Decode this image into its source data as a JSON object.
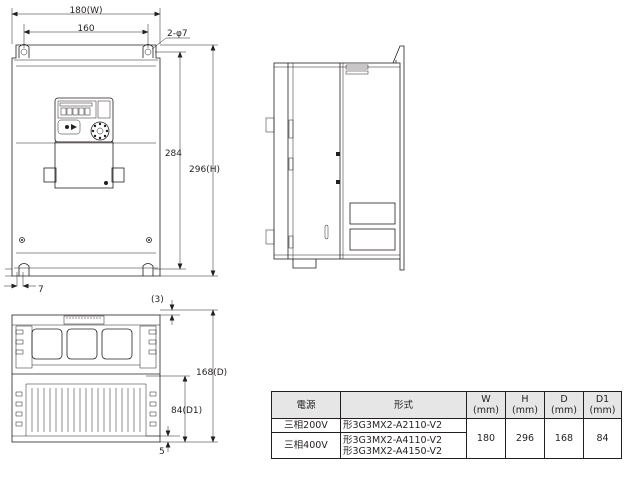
{
  "dimensions": {
    "width": "180(W)",
    "mount_pitch": "160",
    "hole": "2-φ7",
    "mount_height": "284",
    "height": "296(H)",
    "bottom_offset": "7",
    "side_gap": "(3)",
    "depth": "168(D)",
    "depth1": "84(D1)",
    "bottom_gap": "5"
  },
  "table": {
    "headers": {
      "power": "電源",
      "model": "形式",
      "w": [
        "W",
        "(mm)"
      ],
      "h": [
        "H",
        "(mm)"
      ],
      "d": [
        "D",
        "(mm)"
      ],
      "d1": [
        "D1",
        "(mm)"
      ]
    },
    "rows": [
      {
        "power": "三相200V",
        "models": [
          "形3G3MX2-A2110-V2"
        ]
      },
      {
        "power": "三相400V",
        "models": [
          "形3G3MX2-A4110-V2",
          "形3G3MX2-A4150-V2"
        ]
      }
    ],
    "values": {
      "w": "180",
      "h": "296",
      "d": "168",
      "d1": "84"
    }
  }
}
